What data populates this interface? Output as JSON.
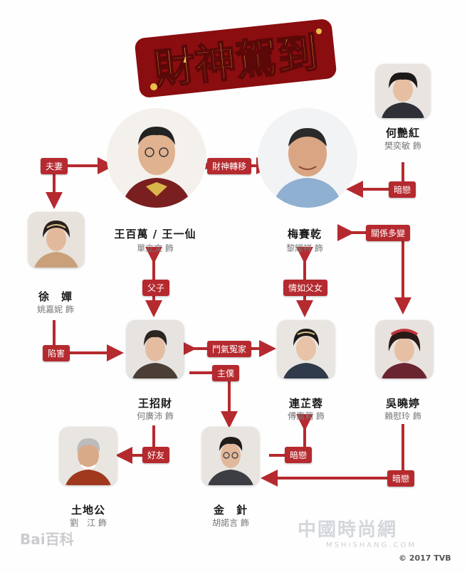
{
  "logo": {
    "title": "財神駕到"
  },
  "characters": [
    {
      "id": "wang-baiwan",
      "name": "王百萬 / 王一仙",
      "actor": "單立文 飾"
    },
    {
      "id": "mei-saiqian",
      "name": "梅賽乾",
      "actor": "黎耀祥 飾"
    },
    {
      "id": "he-yanhong",
      "name": "何艷紅",
      "actor": "樊奕敏 飾"
    },
    {
      "id": "xu-chan",
      "name": "徐　嬋",
      "actor": "姚嘉妮 飾"
    },
    {
      "id": "wang-zhaocai",
      "name": "王招財",
      "actor": "何廣沛 飾"
    },
    {
      "id": "lian-zhirong",
      "name": "連芷蓉",
      "actor": "傅嘉莉 飾"
    },
    {
      "id": "wu-xiaoting",
      "name": "吳曉婷",
      "actor": "賴慰玲 飾"
    },
    {
      "id": "tu-digong",
      "name": "土地公",
      "actor": "劉　江 飾"
    },
    {
      "id": "jin-zhen",
      "name": "金　針",
      "actor": "胡諾言 飾"
    }
  ],
  "relations": {
    "fuqi": "夫妻",
    "caishen": "財神轉移",
    "anlian_he": "暗戀",
    "guanxi": "關係多變",
    "fuzi": "父子",
    "qingru": "情如父女",
    "xianhai": "陷害",
    "douqi": "鬥氣冤家",
    "zhupu": "主僕",
    "haoyou": "好友",
    "anlian_lian": "暗戀",
    "anlian_wu": "暗戀"
  },
  "watermarks": {
    "baidu": "Bai百科",
    "site": "中國時尚網",
    "site_en": "MSHISHANG.COM"
  },
  "copyright": "© 2017 TVB",
  "colors": {
    "arrow": "#b52a2f",
    "tag_bg": "#b52a2f",
    "name": "#1a1a1a",
    "actor": "#777777"
  }
}
